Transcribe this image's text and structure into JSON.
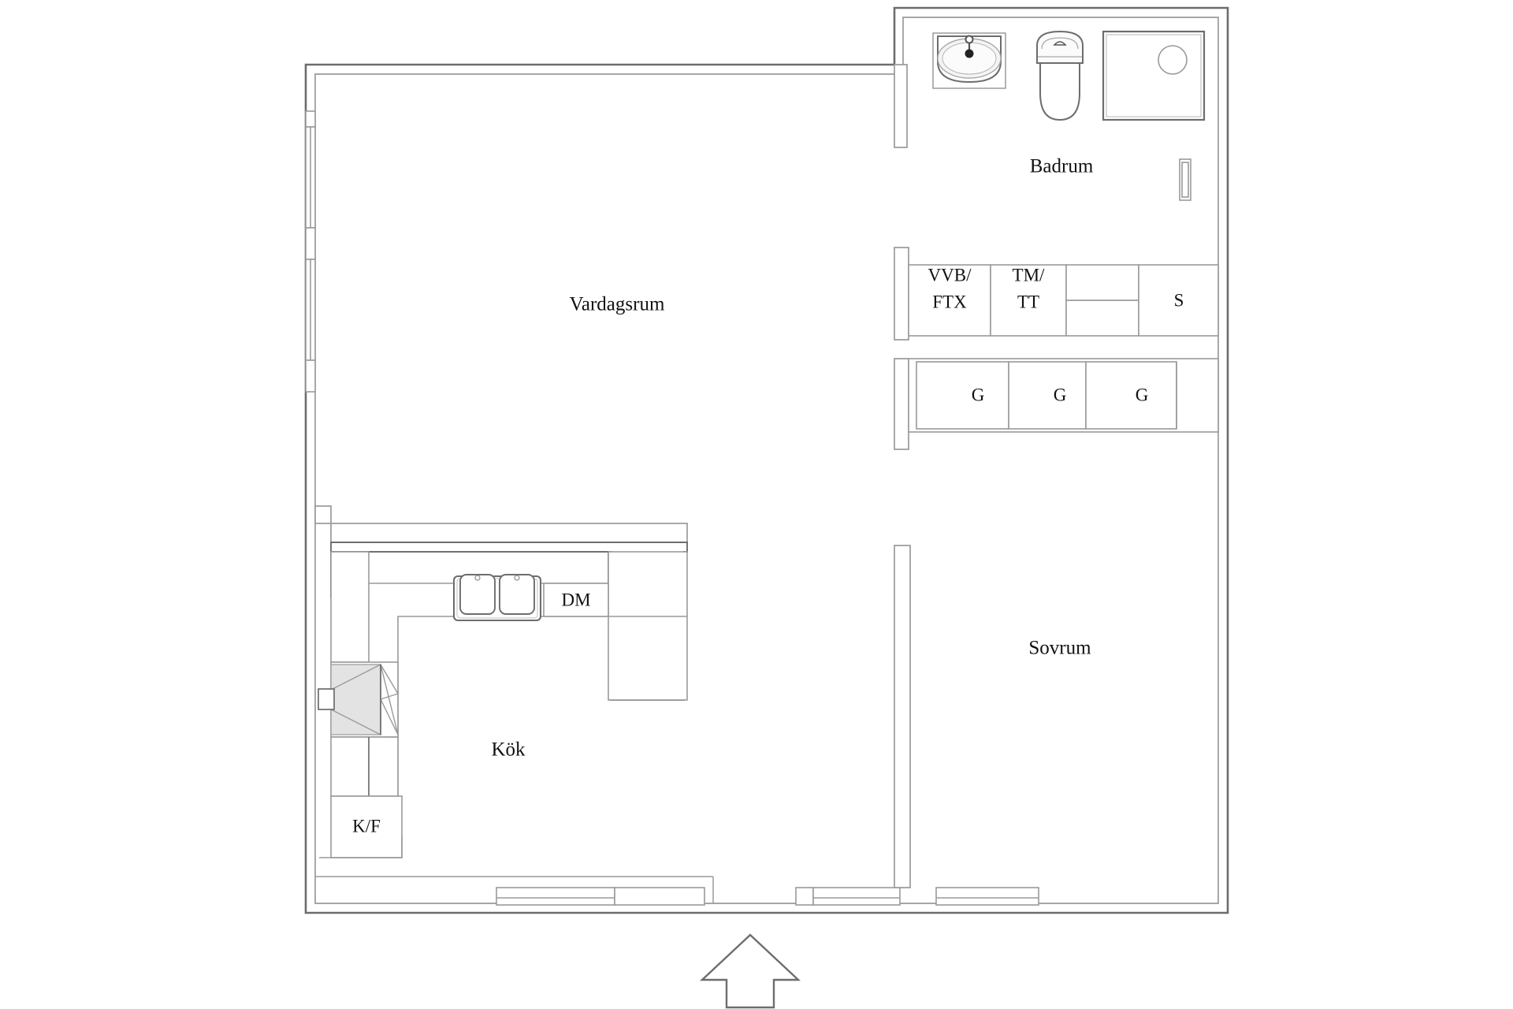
{
  "plan": {
    "document_type": "floor-plan",
    "language": "sv",
    "colors": {
      "wall_outer": "#6d6d6d",
      "wall_inner": "#9a9a9a",
      "fixture_line": "#8a8a8a",
      "fixture_dark": "#555555",
      "hood_fill": "#e3e3e3",
      "background": "#ffffff",
      "text": "#111111"
    }
  },
  "rooms": {
    "living_room": {
      "label": "Vardagsrum"
    },
    "bathroom": {
      "label": "Badrum"
    },
    "kitchen": {
      "label": "Kök"
    },
    "bedroom": {
      "label": "Sovrum"
    }
  },
  "units": {
    "water_heater": {
      "label_line1": "VVB/",
      "label_line2": "FTX"
    },
    "laundry": {
      "label_line1": "TM/",
      "label_line2": "TT"
    },
    "storage": {
      "label": "S"
    },
    "wardrobe_1": {
      "label": "G"
    },
    "wardrobe_2": {
      "label": "G"
    },
    "wardrobe_3": {
      "label": "G"
    },
    "dishwasher": {
      "label": "DM"
    },
    "fridge_freezer": {
      "label": "K/F"
    }
  },
  "fixtures": {
    "sink_basin": {
      "name": "bathroom-sink"
    },
    "toilet": {
      "name": "toilet"
    },
    "shower": {
      "name": "shower-cabin"
    },
    "kitchen_sink": {
      "name": "kitchen-double-sink"
    },
    "stove_hood": {
      "name": "stove-with-range-hood"
    },
    "entrance_arrow": {
      "name": "entrance-direction-arrow"
    }
  },
  "openings": {
    "window_left_upper": {
      "name": "window"
    },
    "window_left_lower": {
      "name": "window"
    },
    "window_bottom_kitchen": {
      "name": "window"
    },
    "window_bottom_hall": {
      "name": "window"
    },
    "window_bottom_bedroom": {
      "name": "window"
    },
    "window_right_bathroom": {
      "name": "window"
    }
  }
}
